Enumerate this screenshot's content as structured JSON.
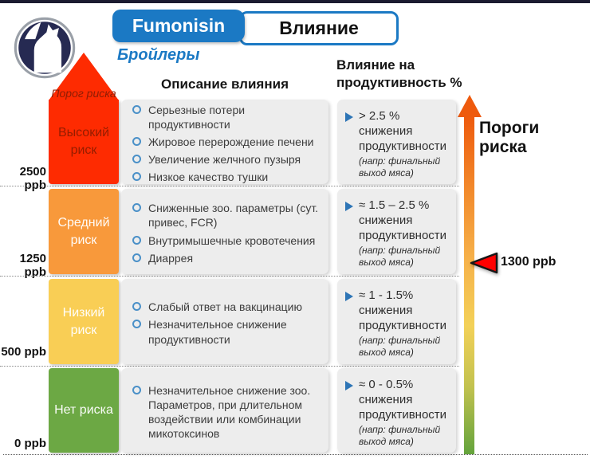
{
  "header": {
    "product": "Fumonisin",
    "section": "Влияние",
    "subtitle": "Бройлеры"
  },
  "columns": {
    "description_header": "Описание влияния",
    "influence_header": "Влияние на продуктивность %"
  },
  "axis": {
    "threshold_label": "Порог риска",
    "ticks": [
      "2500 ppb",
      "1250 ppb",
      "500 ppb",
      "0 ppb"
    ]
  },
  "rows": [
    {
      "risk": "Высокий риск",
      "color": "#fe2b01",
      "bullets": [
        "Серьезные потери продуктивности",
        "Жировое перерождение печени",
        "Увеличение желчного пузыря",
        "Низкое качество тушки"
      ],
      "impact": "> 2.5 % снижения продуктивности",
      "note": "(напр: финальный выход мяса)"
    },
    {
      "risk": "Средний риск",
      "color": "#f8993b",
      "bullets": [
        "Сниженные зоо. параметры (сут. привес, FCR)",
        "Внутримышечные кровотечения",
        "Диаррея"
      ],
      "impact": "≈ 1.5 – 2.5 % снижения продуктивности",
      "note": "(напр: финальный выход мяса)"
    },
    {
      "risk": "Низкий риск",
      "color": "#f9ce55",
      "bullets": [
        "Слабый ответ на вакцинацию",
        "Незначительное снижение продуктивности"
      ],
      "impact": "≈ 1 - 1.5% снижения продуктивности",
      "note": "(напр: финальный выход мяса)"
    },
    {
      "risk": "Нет риска",
      "color": "#6ca844",
      "bullets": [
        "Незначительное снижение зоо. Параметров, при длительном воздействии или комбинации микотоксинов"
      ],
      "impact": "≈ 0 - 0.5% снижения продуктивности",
      "note": "(напр: финальный выход мяса)"
    }
  ],
  "right_scale": {
    "title": "Пороги риска",
    "marker_value": "1300 ppb",
    "marker_color": "#ff0000"
  },
  "icons": {
    "logo": "animal-silhouette-logo",
    "list_bullet": "circle-bullet",
    "impact_bullet": "arrow-chevron-bullet",
    "marker": "left-triangle-marker"
  },
  "colors": {
    "brand_blue": "#1b79c4",
    "high_risk_red": "#fe2b01",
    "medium_risk_orange": "#f8993b",
    "low_risk_yellow": "#f9ce55",
    "no_risk_green": "#6ca844",
    "card_gray": "#ededed",
    "threshold_text_dark_red": "#8e1d04"
  }
}
